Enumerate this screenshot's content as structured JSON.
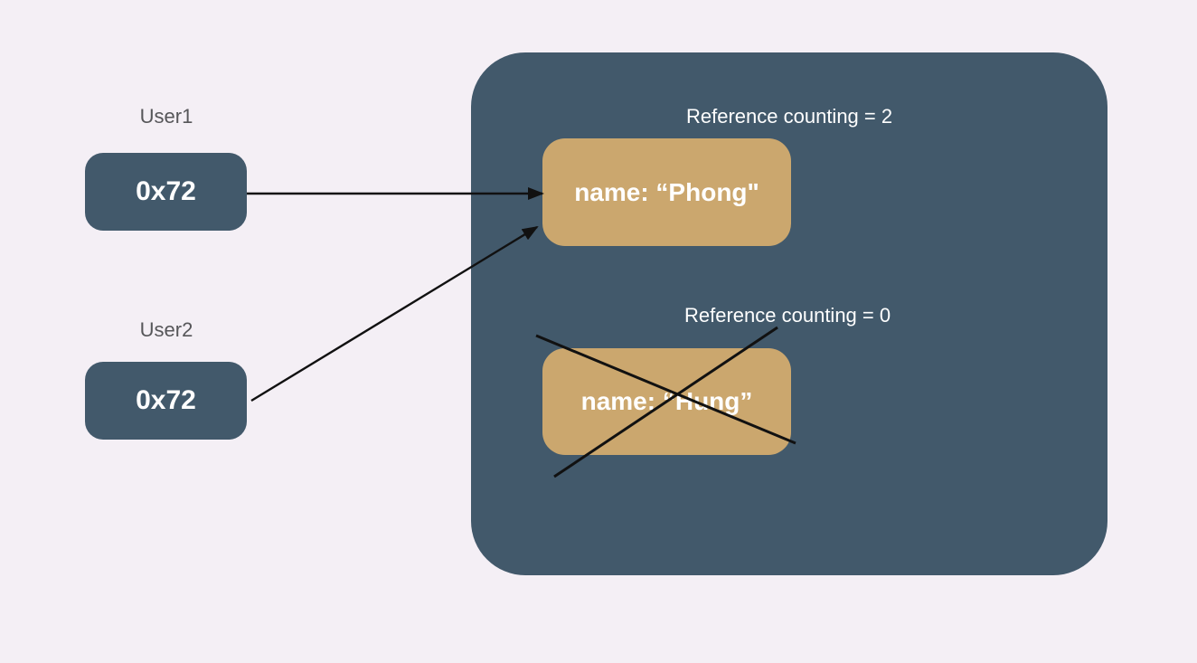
{
  "colors": {
    "background": "#F4EFF5",
    "panel": "#42596B",
    "object_box": "#CBA76E",
    "arrow": "#111111",
    "label_text": "#565659",
    "box_text": "#FFFFFF"
  },
  "users": [
    {
      "label": "User1",
      "value": "0x72"
    },
    {
      "label": "User2",
      "value": "0x72"
    }
  ],
  "heap": {
    "objects": [
      {
        "ref_count_label": "Reference counting = 2",
        "field": "name: “Phong\"",
        "crossed_out": false
      },
      {
        "ref_count_label": "Reference counting = 0",
        "field": "name: “Hung”",
        "crossed_out": true
      }
    ]
  }
}
